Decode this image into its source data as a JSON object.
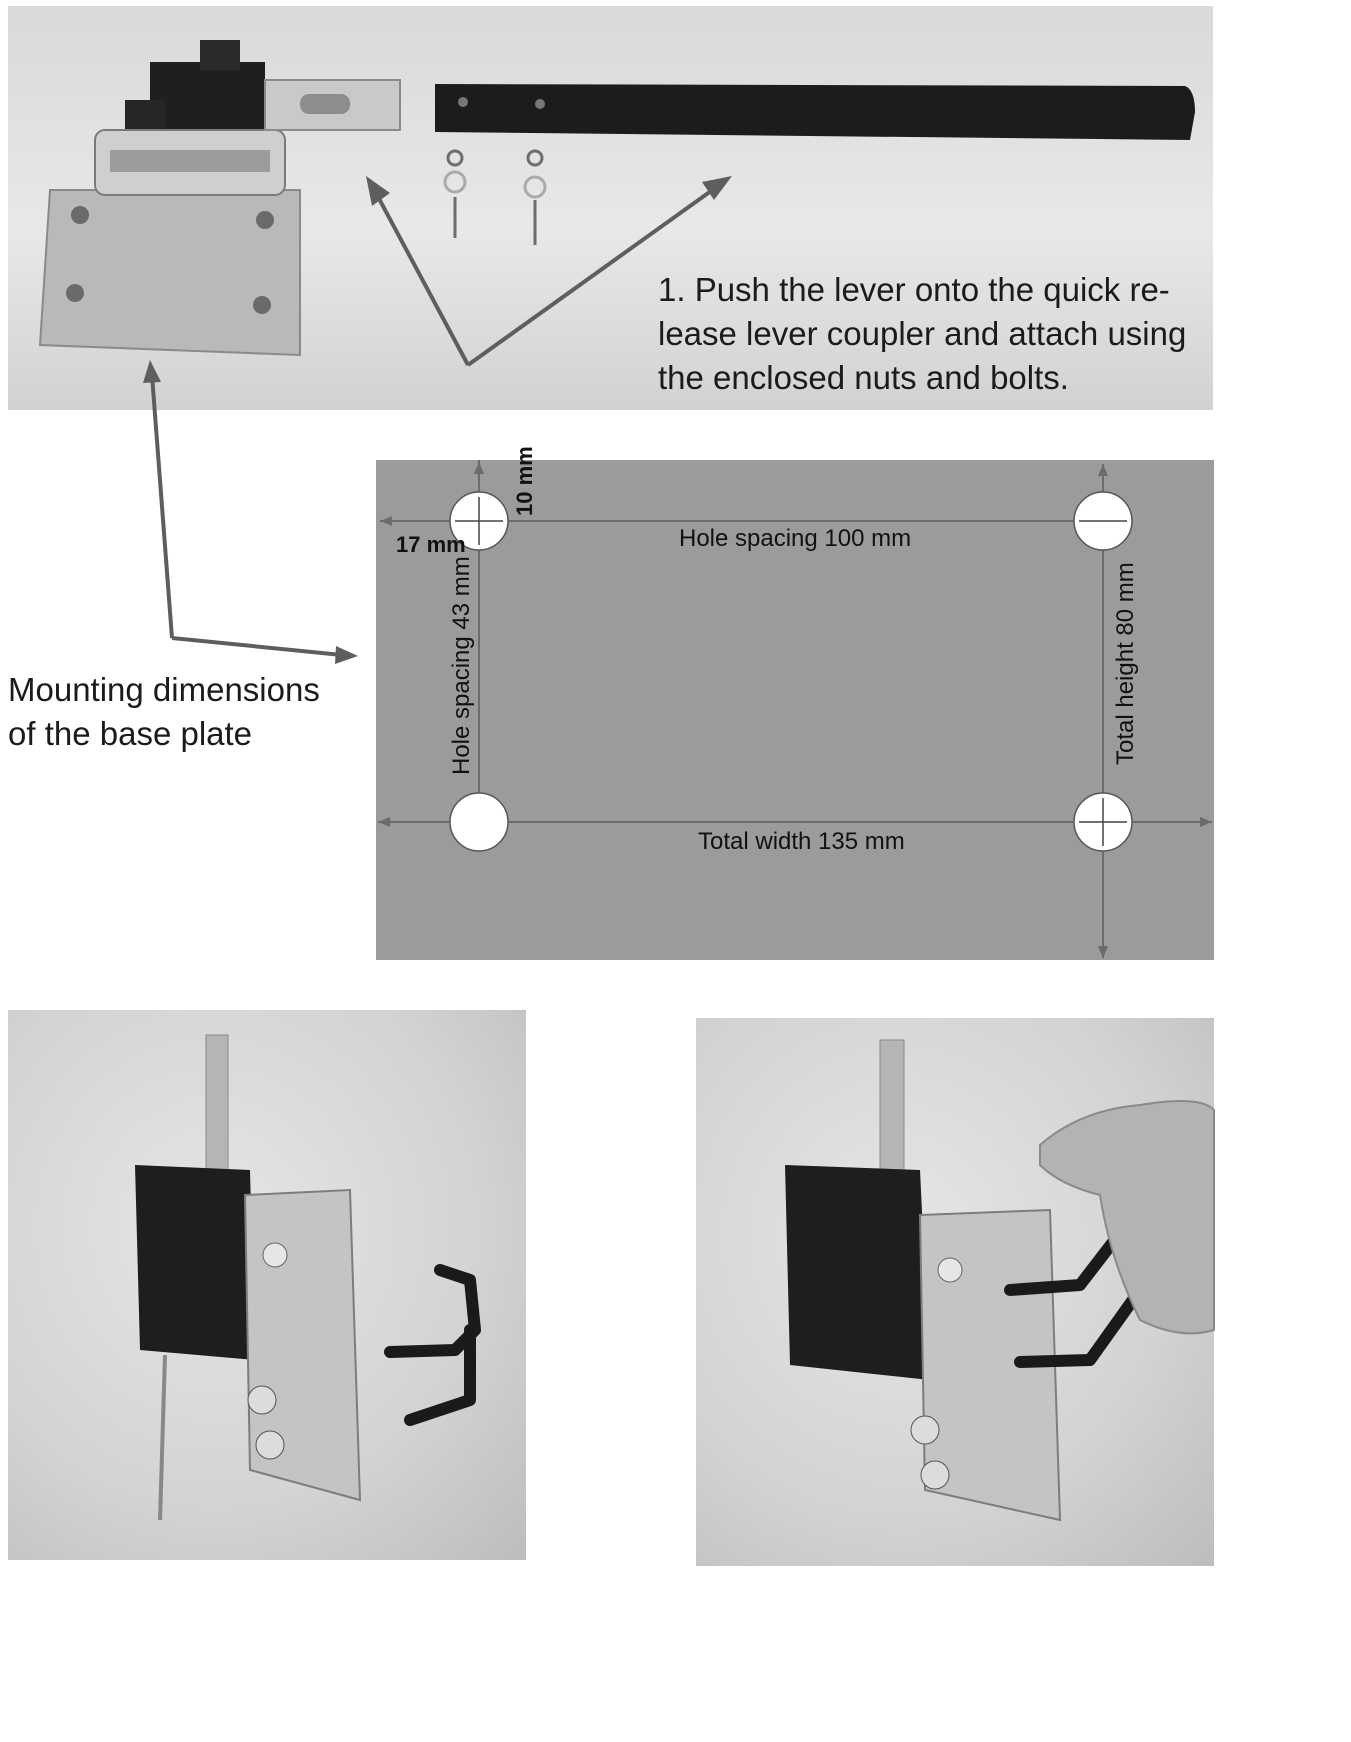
{
  "step1": {
    "text_line1": "1. Push the lever onto the quick re-",
    "text_line2": "lease lever coupler and attach using",
    "text_line3": "the enclosed nuts and bolts."
  },
  "mounting": {
    "label_line1": "Mounting dimensions",
    "label_line2": "of the base plate"
  },
  "dimensions": {
    "edge_top": "10 mm",
    "edge_left": "17 mm",
    "hole_spacing_horizontal": "Hole spacing 100 mm",
    "hole_spacing_vertical": "Hole spacing 43 mm",
    "total_height": "Total height 80 mm",
    "total_width": "Total width 135 mm"
  },
  "colors": {
    "diagram_bg": "#9b9b9b",
    "arrow": "#5e5e5e",
    "lever": "#1c1c1c"
  }
}
